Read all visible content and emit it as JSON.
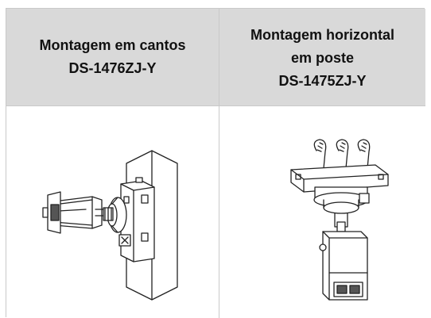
{
  "columns": [
    {
      "title_line1": "Montagem em cantos",
      "model": "DS-1476ZJ-Y",
      "illustration": "corner-mount-bracket-with-bullet-camera"
    },
    {
      "title_line1": "Montagem horizontal",
      "title_line2": "em poste",
      "model": "DS-1475ZJ-Y",
      "illustration": "horizontal-pole-mount-with-box-camera"
    }
  ],
  "colors": {
    "header_bg": "#d9d9d9",
    "border": "#c9c9c9",
    "text": "#111111",
    "line_art": "#222222"
  }
}
